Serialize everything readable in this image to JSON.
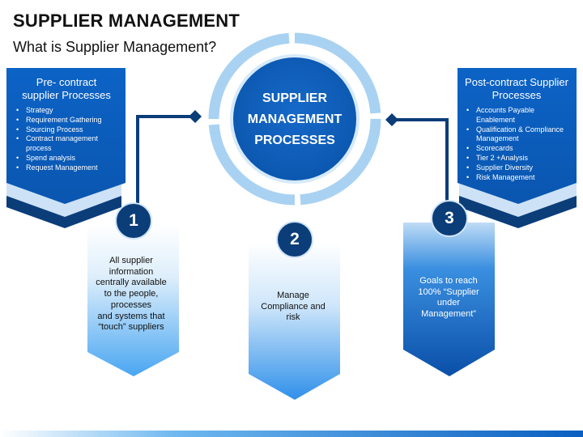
{
  "header": {
    "title": "SUPPLIER MANAGEMENT",
    "subtitle": "What is Supplier Management?"
  },
  "center": {
    "title_lines": [
      "SUPPLIER",
      "MANAGEMENT",
      "PROCESSES"
    ]
  },
  "left_panel": {
    "title_lines": [
      "Pre- contract",
      "supplier  Processes"
    ],
    "items": [
      "Strategy",
      "Requirement Gathering",
      "Sourcing Process",
      "Contract management",
      "process",
      "Spend analysis",
      "Request Management"
    ]
  },
  "right_panel": {
    "title_lines": [
      "Post-contract Supplier",
      "Processes"
    ],
    "items": [
      "Accounts Payable",
      "Enablement",
      "Qualification & Compliance",
      "Management",
      "Scorecards",
      "Tier 2 +Analysis",
      "Supplier Diversity",
      "Risk Management"
    ]
  },
  "steps": [
    {
      "number": "1",
      "text_lines": [
        "All supplier",
        "information",
        "centrally available",
        "to the people,",
        "processes",
        "and  systems that",
        "“touch” suppliers"
      ]
    },
    {
      "number": "2",
      "text_lines": [
        "Manage",
        "Compliance and",
        "risk"
      ]
    },
    {
      "number": "3",
      "text_lines": [
        "Goals to reach",
        "100% “Supplier",
        "under",
        "Management”"
      ]
    }
  ],
  "colors": {
    "dark_blue": "#0b3d79",
    "mid_blue": "#0a6fd3",
    "light_blue": "#cfe4f7",
    "ring_blue": "#a9d2f2",
    "panel_blue": "#0a5fc0"
  }
}
